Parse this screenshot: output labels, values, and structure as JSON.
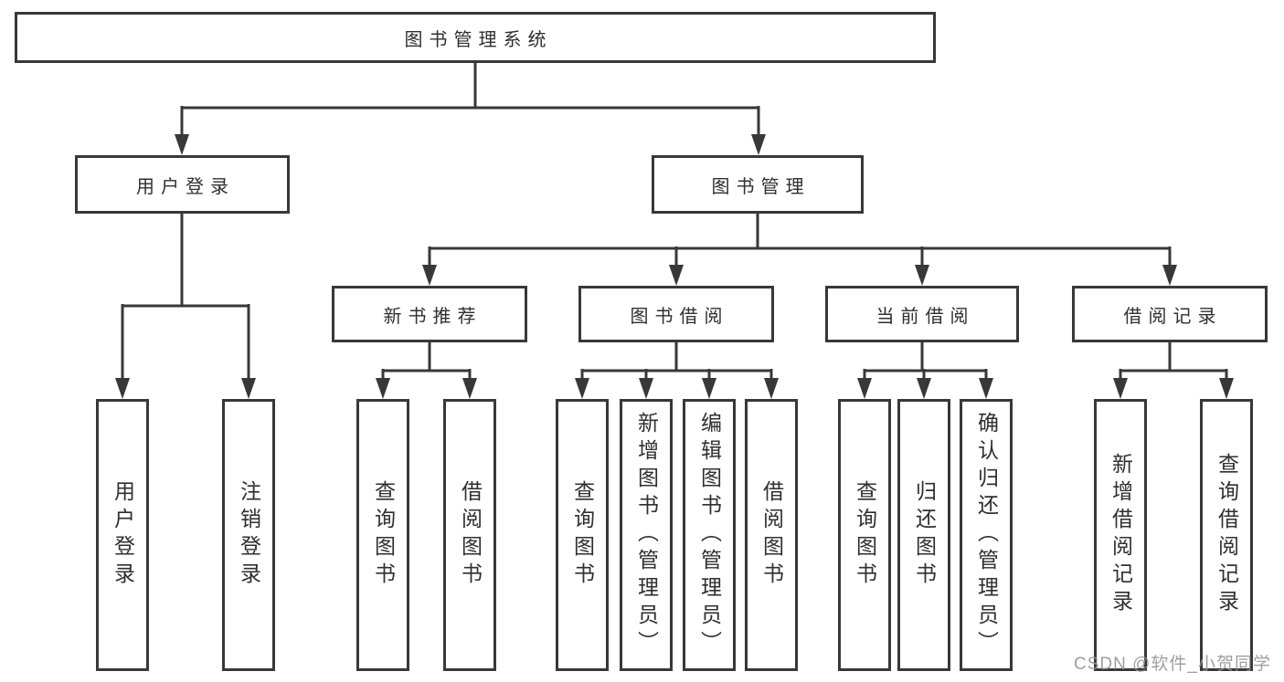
{
  "diagram": {
    "root": {
      "label": "图书管理系统"
    },
    "level2": [
      {
        "label": "用户登录"
      },
      {
        "label": "图书管理"
      }
    ],
    "level3": [
      {
        "label": "新书推荐"
      },
      {
        "label": "图书借阅"
      },
      {
        "label": "当前借阅"
      },
      {
        "label": "借阅记录"
      }
    ],
    "leaves": [
      {
        "label": "用户登录"
      },
      {
        "label": "注销登录"
      },
      {
        "label": "查询图书"
      },
      {
        "label": "借阅图书"
      },
      {
        "label": "查询图书"
      },
      {
        "label": "新增图书（管理员）"
      },
      {
        "label": "编辑图书（管理员）"
      },
      {
        "label": "借阅图书"
      },
      {
        "label": "查询图书"
      },
      {
        "label": "归还图书"
      },
      {
        "label": "确认归还（管理员）"
      },
      {
        "label": "新增借阅记录"
      },
      {
        "label": "查询借阅记录"
      }
    ],
    "watermark": "CSDN @软件_小贺同学",
    "colors": {
      "line": "#383838",
      "text": "#2f2f2f",
      "background": "#ffffff",
      "watermark": "#949494"
    }
  }
}
